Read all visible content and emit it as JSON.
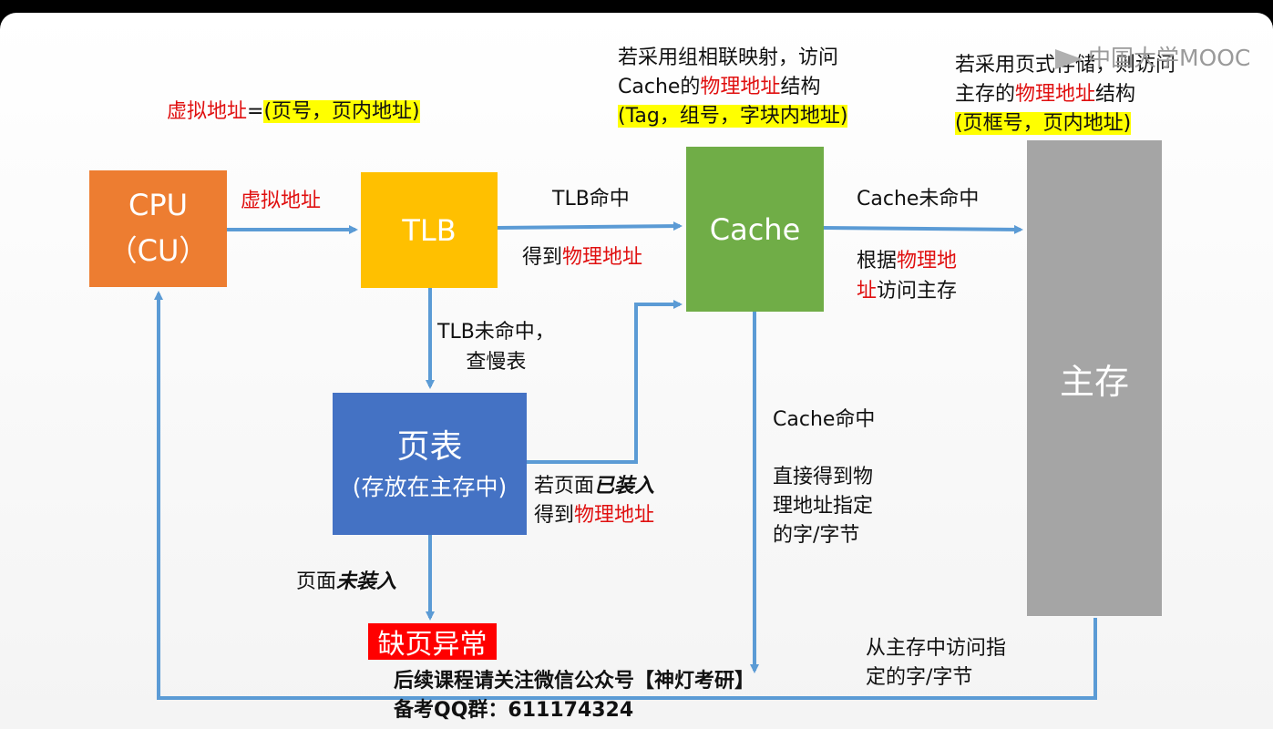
{
  "top_note": {
    "virtual_addr_label": "虚拟地址",
    "eq": "=",
    "virtual_addr_struct": "(页号，页内地址)"
  },
  "cache_note": {
    "line1": "若采用组相联映射，访问",
    "line2_pre": "Cache的",
    "line2_red": "物理地址",
    "line2_post": "结构",
    "struct": "(Tag，组号，字块内地址)"
  },
  "mem_note": {
    "line1": "若采用页式存储，则访问",
    "line2_pre": "主存的",
    "line2_red": "物理地址",
    "line2_post": "结构",
    "struct": "(页框号，页内地址)"
  },
  "logo": "中国大学MOOC",
  "boxes": {
    "cpu_line1": "CPU",
    "cpu_line2": "（CU）",
    "tlb": "TLB",
    "cache": "Cache",
    "page_table_line1": "页表",
    "page_table_line2": "(存放在主存中)",
    "main_memory": "主存",
    "page_fault": "缺页异常"
  },
  "labels": {
    "virtual_addr": "虚拟地址",
    "tlb_hit": "TLB命中",
    "get_phys_pre": "得到",
    "get_phys_red": "物理地址",
    "cache_miss": "Cache未命中",
    "by_phys_pre": "根据",
    "by_phys_red1": "物理地",
    "by_phys_red2": "址",
    "by_phys_post": "访问主存",
    "tlb_miss_line1": "TLB未命中，",
    "tlb_miss_line2": "查慢表",
    "page_loaded_pre": "若页面",
    "page_loaded_it": "已装入",
    "page_loaded_get": "得到",
    "page_loaded_red": "物理地址",
    "page_not_loaded_pre": "页面",
    "page_not_loaded_it": "未装入",
    "cache_hit": "Cache命中",
    "cache_hit_desc1": "直接得到物",
    "cache_hit_desc2": "理地址指定",
    "cache_hit_desc3": "的字/字节",
    "from_mem1": "从主存中访问指",
    "from_mem2": "定的字/字节"
  },
  "footer": {
    "line1": "后续课程请关注微信公众号【神灯考研】",
    "line2": "备考QQ群：611174324"
  },
  "colors": {
    "arrow": "#5b9bd5",
    "cpu": "#ed7d31",
    "tlb": "#ffc000",
    "cache": "#70ad47",
    "page_table": "#4472c4",
    "main_memory": "#a5a5a5",
    "page_fault_bg": "#ff0000",
    "red_text": "#e01010",
    "highlight": "#ffff00"
  }
}
